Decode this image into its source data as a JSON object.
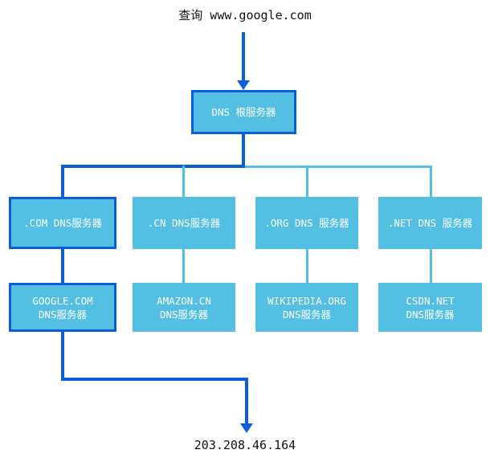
{
  "diagram": {
    "title_text": "查询 www.google.com",
    "result_text": "203.208.46.164",
    "colors": {
      "node_fill": "#52bfe3",
      "highlight_stroke": "#0b5ed7",
      "light_connector": "#52bfe3",
      "node_text": "#ffffff",
      "label_text": "#111111",
      "background": "#ffffff"
    },
    "root": {
      "label": "DNS 根服务器",
      "highlighted": true
    },
    "tld_nodes": [
      {
        "label": ".COM DNS服务器",
        "highlighted": true
      },
      {
        "label": ".CN DNS服务器",
        "highlighted": false
      },
      {
        "label": ".ORG DNS 服务器",
        "highlighted": false
      },
      {
        "label": ".NET DNS 服务器",
        "highlighted": false
      }
    ],
    "authoritative_nodes": [
      {
        "line1": "GOOGLE.COM",
        "line2": "DNS服务器",
        "highlighted": true
      },
      {
        "line1": "AMAZON.CN",
        "line2": "DNS服务器",
        "highlighted": false
      },
      {
        "line1": "WIKIPEDIA.ORG",
        "line2": "DNS服务器",
        "highlighted": false
      },
      {
        "line1": "CSDN.NET",
        "line2": "DNS服务器",
        "highlighted": false
      }
    ]
  }
}
